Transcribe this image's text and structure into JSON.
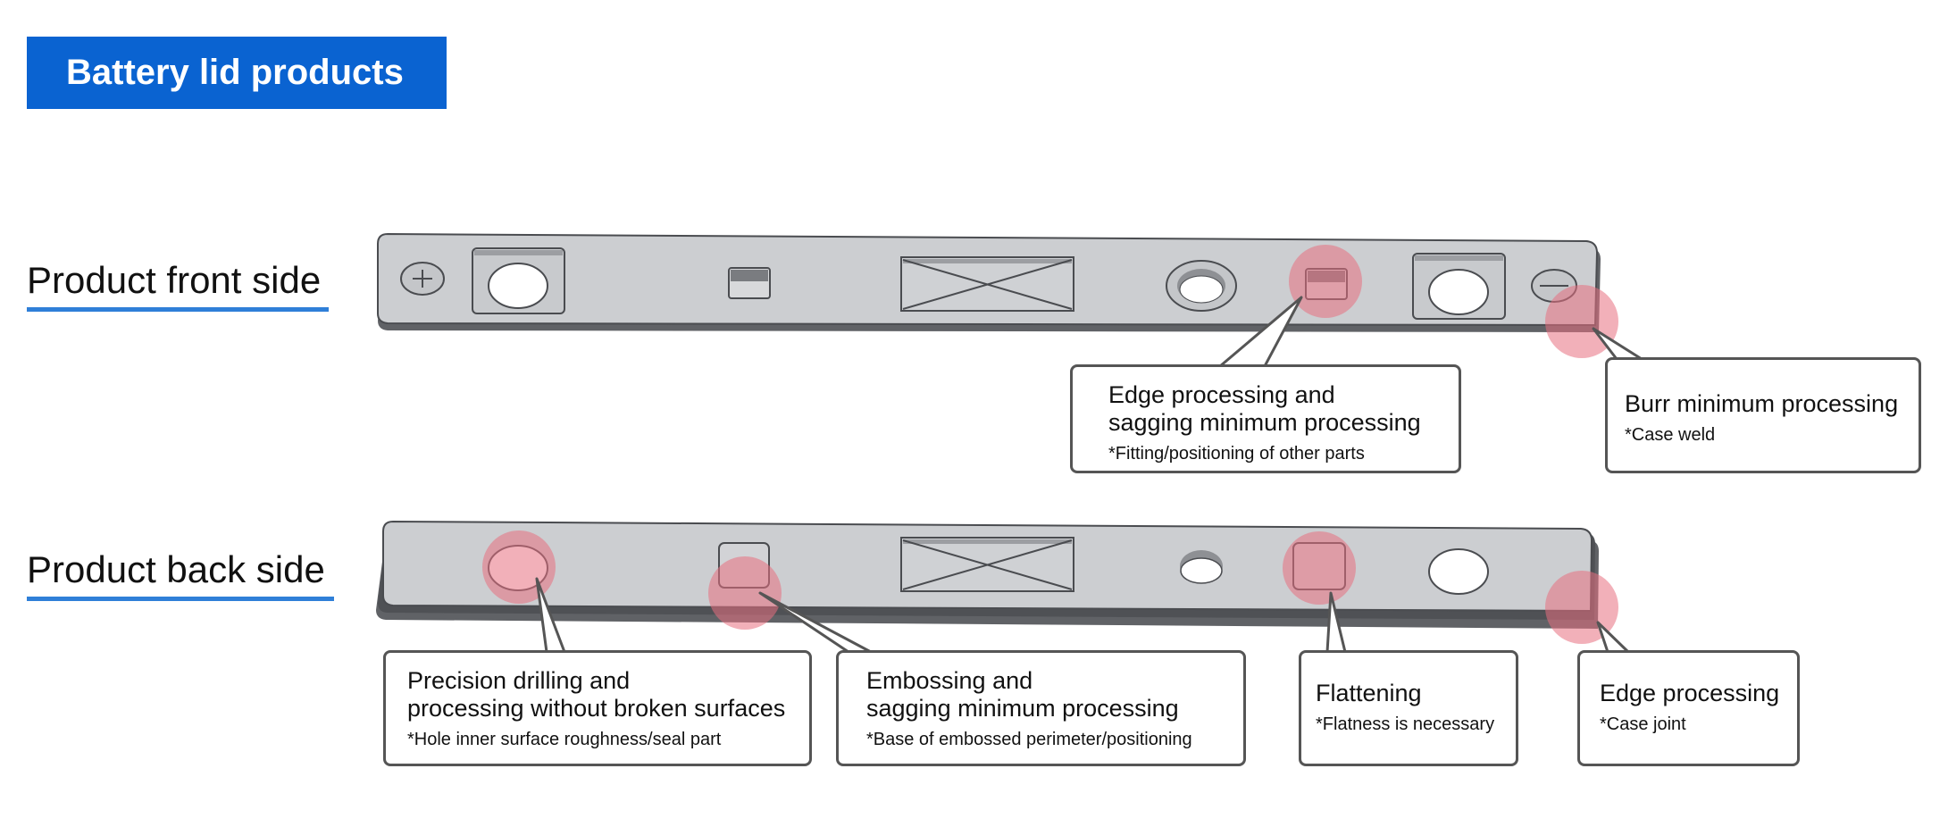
{
  "title": "Battery lid products",
  "front_label": "Product front side",
  "back_label": "Product back side",
  "callouts": {
    "edge_sagging": {
      "head": "Edge processing and\nsagging minimum processing",
      "note": "*Fitting/positioning of other parts"
    },
    "burr": {
      "head": "Burr minimum processing",
      "note": "*Case weld"
    },
    "drilling": {
      "head": "Precision drilling and\nprocessing without broken surfaces",
      "note": "*Hole inner surface roughness/seal part"
    },
    "embossing": {
      "head": "Embossing and\nsagging minimum processing",
      "note": "*Base of embossed perimeter/positioning"
    },
    "flattening": {
      "head": "Flattening",
      "note": "*Flatness is necessary"
    },
    "edge": {
      "head": "Edge processing",
      "note": "*Case joint"
    }
  },
  "colors": {
    "title_bg": "#0a63d1",
    "underline": "#2f7fd8",
    "plate": "#ccced1",
    "highlight": "#e8707f"
  }
}
